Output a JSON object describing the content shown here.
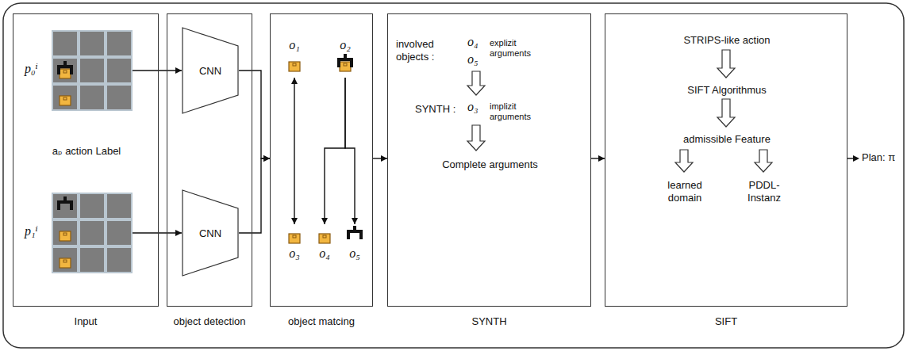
{
  "diagram": {
    "nodes": [
      {
        "text": [
          "Input"
        ]
      },
      {
        "text": [
          "p₀ⁱ"
        ],
        "in": 0
      },
      {
        "text": [
          "p₁ⁱ"
        ],
        "in": 0
      },
      {
        "text": [
          "object detection"
        ]
      },
      {
        "text": [
          "CNN"
        ],
        "in": 3
      },
      {
        "text": [
          "CNN"
        ],
        "in": 3
      },
      {
        "text": [
          "object matcing"
        ]
      },
      {
        "text": [
          "o₁"
        ],
        "in": 6
      },
      {
        "text": [
          "o₂"
        ],
        "in": 6
      },
      {
        "text": [
          "o₃"
        ],
        "in": 6
      },
      {
        "text": [
          "o₄"
        ],
        "in": 6
      },
      {
        "text": [
          "o₅"
        ],
        "in": 6
      },
      {
        "text": [
          "SYNTH"
        ]
      },
      {
        "text": [
          "SIFT"
        ]
      }
    ],
    "edges": [
      {
        "from": 1,
        "to": 4,
        "arrow": "to"
      },
      {
        "from": 2,
        "to": 5,
        "arrow": "to"
      },
      {
        "from": 4,
        "to": 6,
        "arrow": "to"
      },
      {
        "from": 5,
        "to": 6,
        "arrow": "to"
      },
      {
        "from": 7,
        "to": 9,
        "arrow": "both"
      },
      {
        "from": 8,
        "to": 10,
        "arrow": "to"
      },
      {
        "from": 8,
        "to": 11,
        "arrow": "to"
      },
      {
        "from": 6,
        "to": 12,
        "arrow": "to"
      },
      {
        "from": 12,
        "to": 13,
        "arrow": "to"
      }
    ],
    "labels": [
      "aₚ action Label",
      "involved objects :",
      "o₄",
      "o₅",
      "explizit arguments",
      "SYNTH :",
      "o₃",
      "implizit arguments",
      "Complete arguments",
      "STRIPS-like action",
      "SIFT Algorithmus",
      "admissible Feature",
      "learned domain",
      "PDDL-Instanz",
      "Plan: π"
    ]
  }
}
